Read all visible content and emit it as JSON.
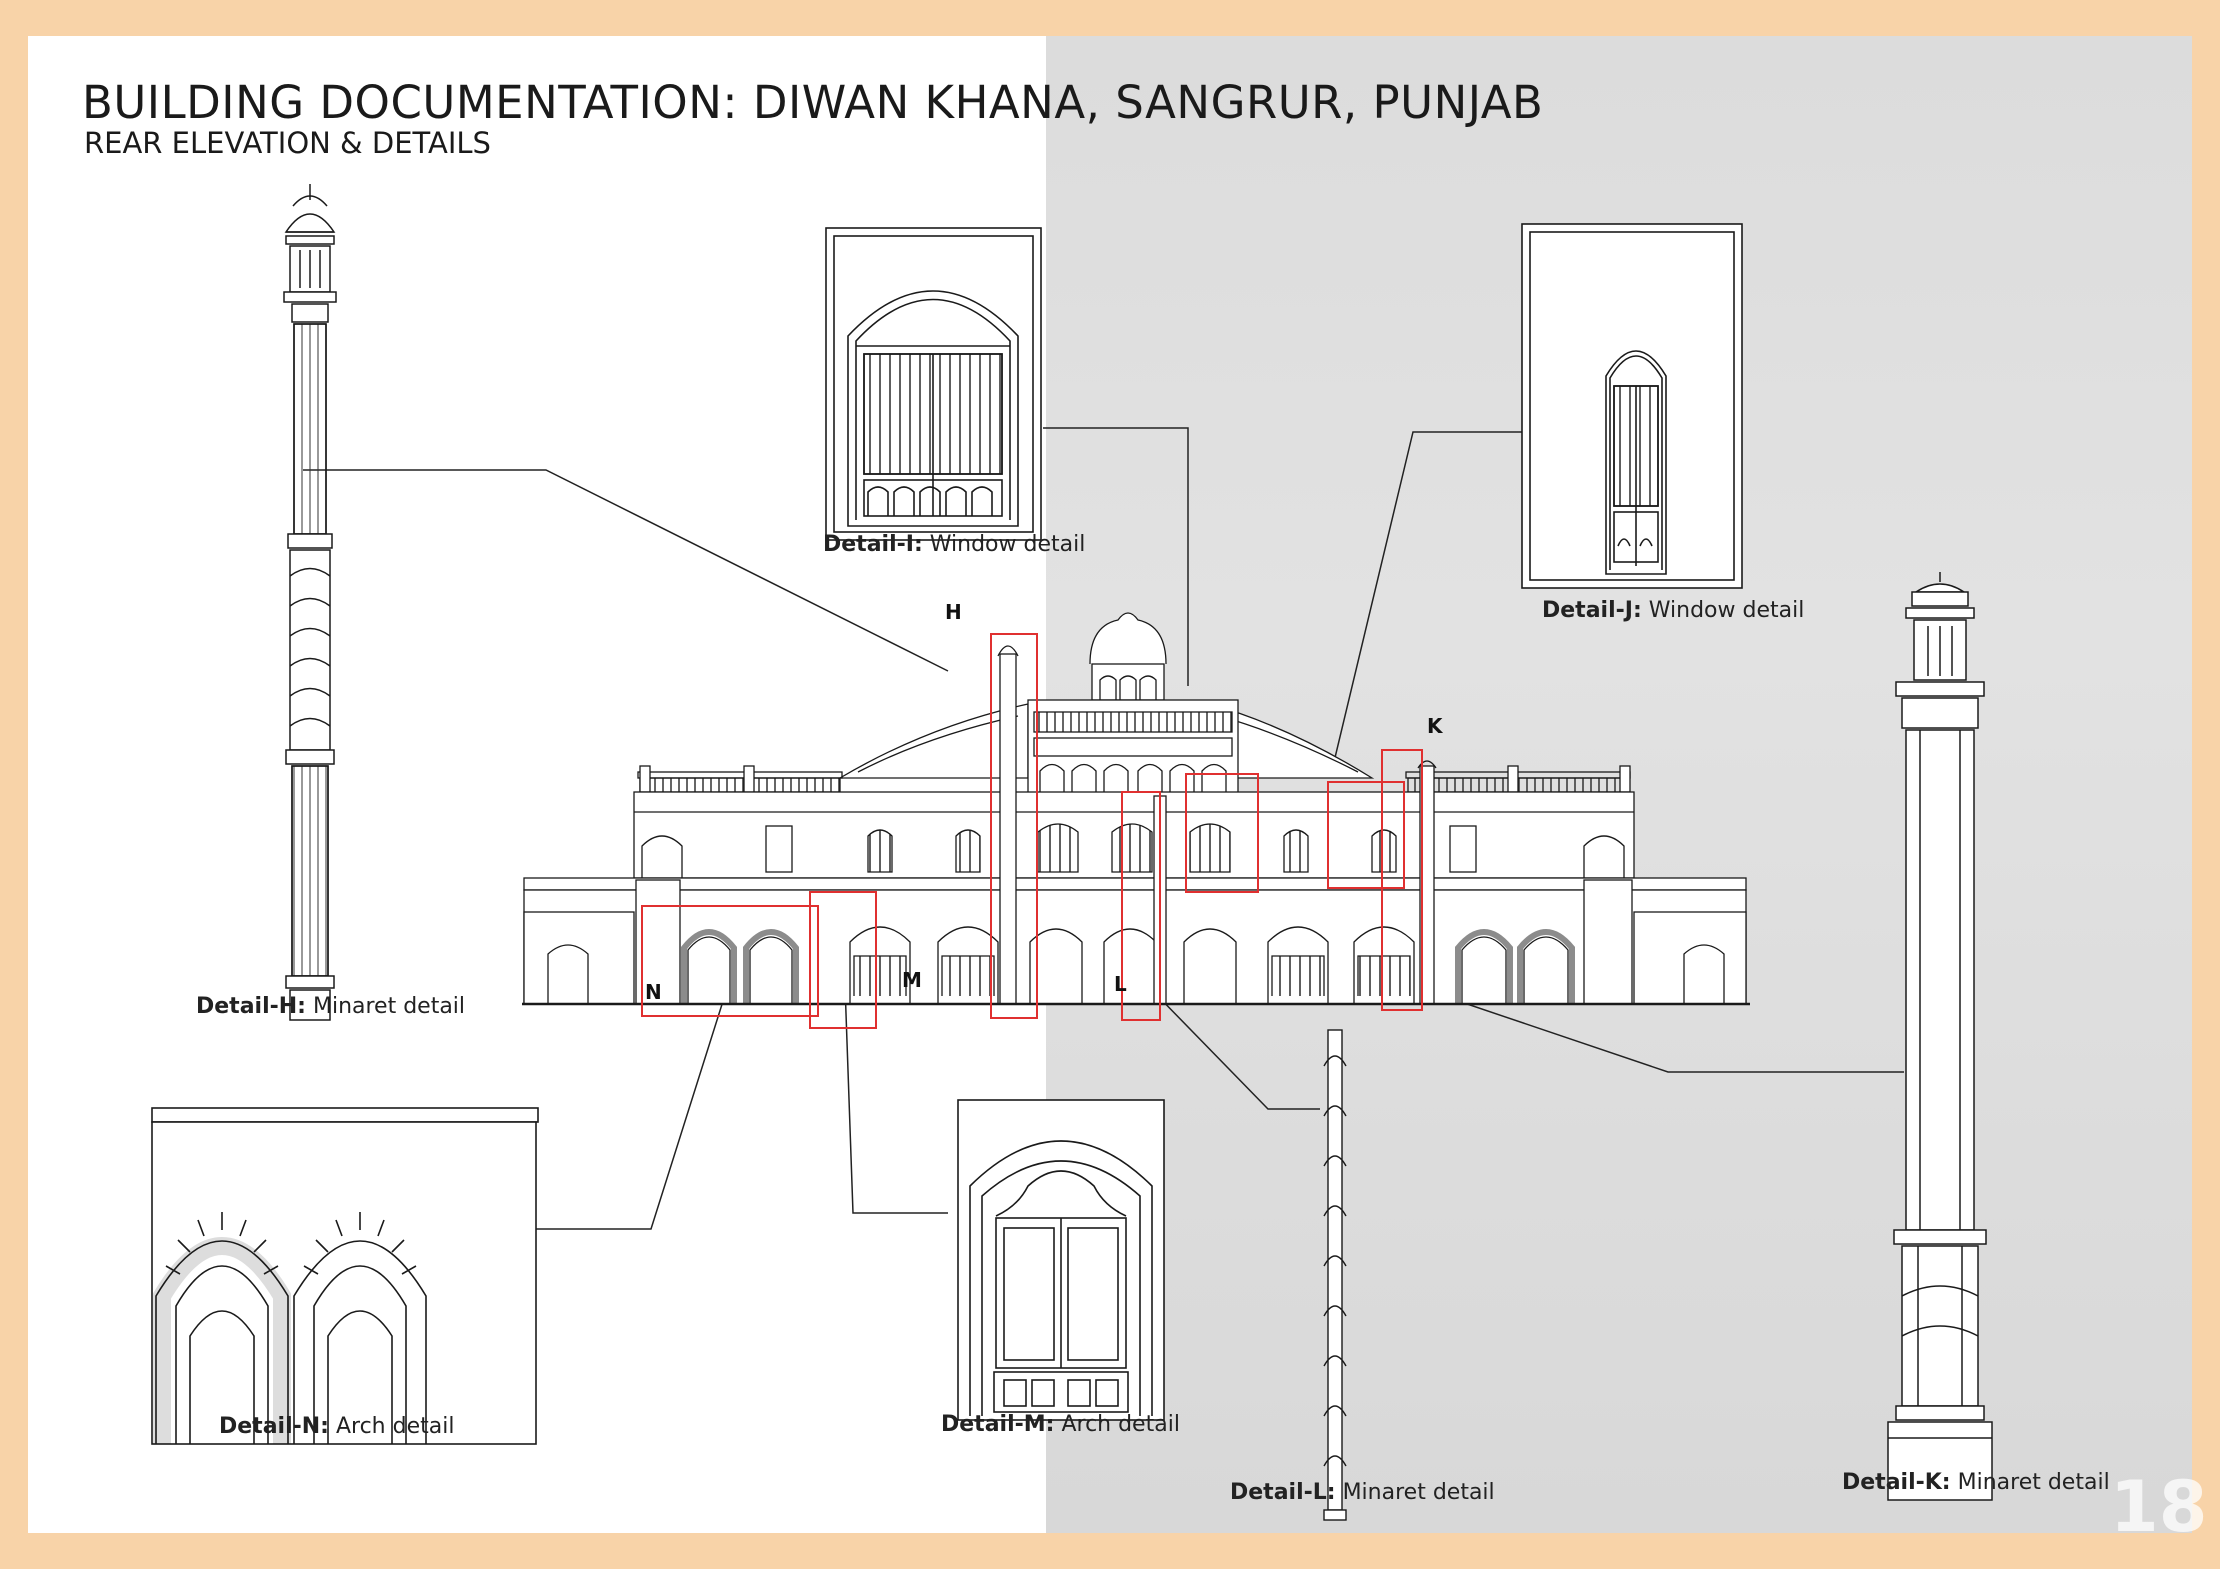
{
  "header": {
    "title": "BUILDING DOCUMENTATION: DIWAN KHANA, SANGRUR, PUNJAB",
    "subtitle": "REAR ELEVATION & DETAILS"
  },
  "details": [
    {
      "id": "H",
      "label": "Detail-H:",
      "text": "Minaret detail"
    },
    {
      "id": "I",
      "label": "Detail-I:",
      "text": "Window detail"
    },
    {
      "id": "J",
      "label": "Detail-J:",
      "text": "Window detail"
    },
    {
      "id": "K",
      "label": "Detail-K:",
      "text": "Minaret detail"
    },
    {
      "id": "L",
      "label": "Detail-L:",
      "text": "Minaret detail"
    },
    {
      "id": "M",
      "label": "Detail-M:",
      "text": "Arch detail"
    },
    {
      "id": "N",
      "label": "Detail-N:",
      "text": "Arch detail"
    }
  ],
  "markers": {
    "H": "H",
    "K": "K",
    "L": "L",
    "M": "M",
    "N": "N"
  },
  "page_number": "18",
  "colors": {
    "border": "#f8d3a8",
    "highlight_box": "#e03030",
    "linework": "#1a1a1a",
    "shade_panel": "#dcdcdc"
  }
}
